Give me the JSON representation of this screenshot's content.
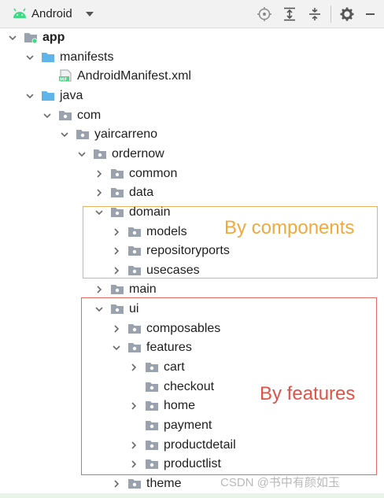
{
  "toolbar": {
    "title": "Android",
    "android_icon": "android-icon",
    "icons": [
      "locate-icon",
      "expand-all-icon",
      "collapse-all-icon",
      "settings-icon",
      "hide-icon"
    ]
  },
  "tree": [
    {
      "label": "app",
      "bold": true,
      "depth": 0,
      "expanded": true,
      "icon": "module-folder"
    },
    {
      "label": "manifests",
      "depth": 1,
      "expanded": true,
      "icon": "folder-blue"
    },
    {
      "label": "AndroidManifest.xml",
      "depth": 2,
      "leaf": true,
      "icon": "manifest-file"
    },
    {
      "label": "java",
      "depth": 1,
      "expanded": true,
      "icon": "folder-blue"
    },
    {
      "label": "com",
      "depth": 2,
      "expanded": true,
      "icon": "package"
    },
    {
      "label": "yaircarreno",
      "depth": 3,
      "expanded": true,
      "icon": "package"
    },
    {
      "label": "ordernow",
      "depth": 4,
      "expanded": true,
      "icon": "package"
    },
    {
      "label": "common",
      "depth": 5,
      "expanded": false,
      "icon": "package"
    },
    {
      "label": "data",
      "depth": 5,
      "expanded": false,
      "icon": "package"
    },
    {
      "label": "domain",
      "depth": 5,
      "expanded": true,
      "icon": "package"
    },
    {
      "label": "models",
      "depth": 6,
      "expanded": false,
      "icon": "package"
    },
    {
      "label": "repositoryports",
      "depth": 6,
      "expanded": false,
      "icon": "package"
    },
    {
      "label": "usecases",
      "depth": 6,
      "expanded": false,
      "icon": "package"
    },
    {
      "label": "main",
      "depth": 5,
      "expanded": false,
      "icon": "package"
    },
    {
      "label": "ui",
      "depth": 5,
      "expanded": true,
      "icon": "package"
    },
    {
      "label": "composables",
      "depth": 6,
      "expanded": false,
      "icon": "package"
    },
    {
      "label": "features",
      "depth": 6,
      "expanded": true,
      "icon": "package"
    },
    {
      "label": "cart",
      "depth": 7,
      "expanded": false,
      "icon": "package"
    },
    {
      "label": "checkout",
      "depth": 7,
      "leaf": true,
      "icon": "package"
    },
    {
      "label": "home",
      "depth": 7,
      "expanded": false,
      "icon": "package"
    },
    {
      "label": "payment",
      "depth": 7,
      "leaf": true,
      "icon": "package"
    },
    {
      "label": "productdetail",
      "depth": 7,
      "expanded": false,
      "icon": "package"
    },
    {
      "label": "productlist",
      "depth": 7,
      "expanded": false,
      "icon": "package"
    },
    {
      "label": "theme",
      "depth": 6,
      "expanded": false,
      "icon": "package"
    }
  ],
  "annotations": {
    "components": "By components",
    "features": "By features"
  },
  "watermark": "CSDN @书中有颜如玉",
  "colors": {
    "components_box": "#e8b45a",
    "components_text": "#f0a93c",
    "features_box": "#e26b5e",
    "features_text": "#e05247",
    "folder_blue": "#5fb4e8",
    "package_gray": "#9aa3ad",
    "android_green": "#3ddc84"
  }
}
